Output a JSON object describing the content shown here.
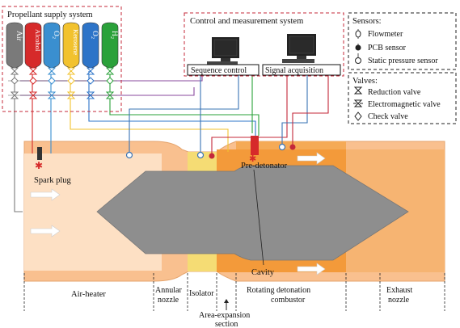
{
  "propellant": {
    "title": "Propellant supply system",
    "tanks": [
      {
        "label": "Air",
        "color": "#7a7a7a"
      },
      {
        "label": "Alcohol",
        "color": "#d62a2a"
      },
      {
        "label": "O₂",
        "color": "#3a8fd0"
      },
      {
        "label": "Kerosene",
        "color": "#f2c22e"
      },
      {
        "label": "O₂",
        "color": "#2d74c8"
      },
      {
        "label": "H₂",
        "color": "#2aa13a"
      }
    ]
  },
  "control": {
    "title": "Control and measurement system",
    "sequence": "Sequence control",
    "signal": "Signal acquisition"
  },
  "sensors": {
    "title": "Sensors:",
    "items": [
      "Flowmeter",
      "PCB sensor",
      "Static pressure sensor"
    ]
  },
  "valves": {
    "title": "Valves:",
    "items": [
      "Reduction valve",
      "Electromagnetic valve",
      "Check valve"
    ]
  },
  "labels": {
    "spark_plug": "Spark plug",
    "pre_detonator": "Pre-detonator",
    "cavity": "Cavity"
  },
  "sections": {
    "air_heater": "Air-heater",
    "annular_nozzle": [
      "Annular",
      "nozzle"
    ],
    "isolator": "Isolator",
    "area_expansion": [
      "Area-expansion",
      "section"
    ],
    "combustor": [
      "Rotating detonation",
      "combustor"
    ],
    "exhaust_nozzle": [
      "Exhaust",
      "nozzle"
    ]
  },
  "colors": {
    "duct_outer": "#f9c08f",
    "duct_inner": "#fde0c4",
    "centerbody": "#8e8e8e",
    "isolator": "#f5dc74",
    "combustor": "#f39a3a",
    "frame_red": "#c4283a",
    "arrow_fill": "#ffffff"
  }
}
